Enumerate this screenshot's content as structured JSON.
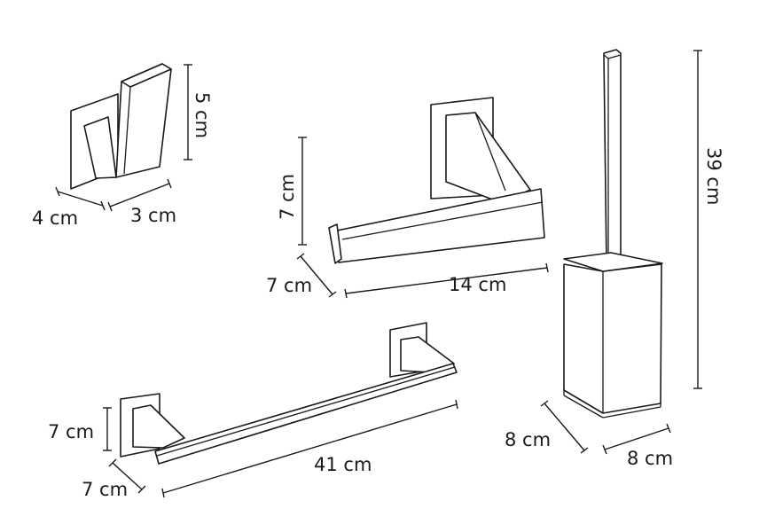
{
  "products": {
    "hook": {
      "height": "5 cm",
      "depth": "4 cm",
      "width": "3 cm"
    },
    "paper_holder": {
      "height": "7 cm",
      "depth": "7 cm",
      "width": "14 cm"
    },
    "towel_bar": {
      "height": "7 cm",
      "depth": "7 cm",
      "width": "41 cm"
    },
    "brush_holder": {
      "height": "39 cm",
      "depth": "8 cm",
      "width": "8 cm"
    }
  }
}
